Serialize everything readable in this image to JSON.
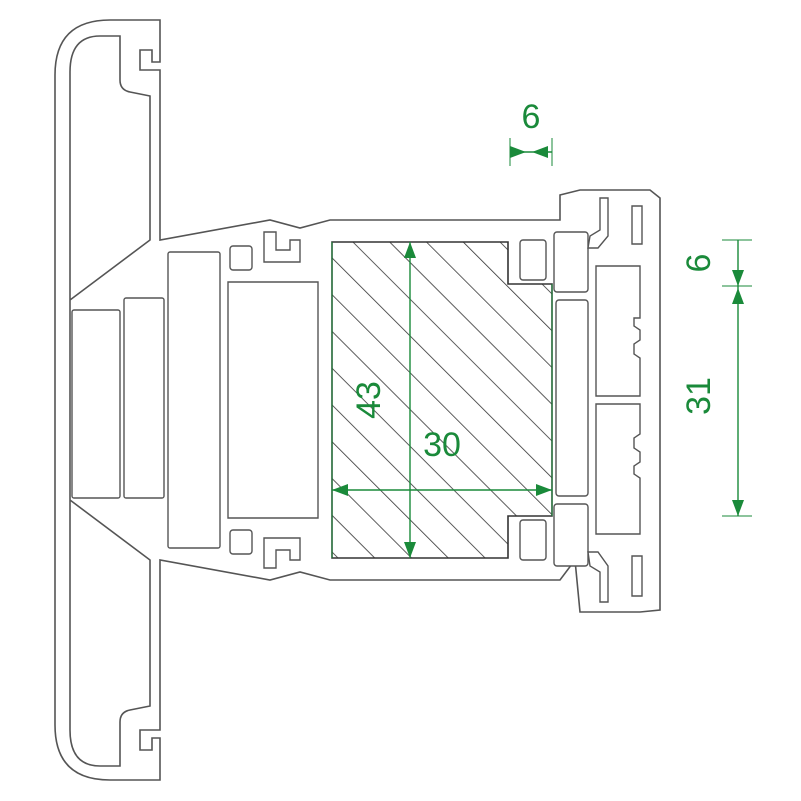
{
  "colors": {
    "outline": "#555555",
    "profile_fill": "#ffffff",
    "dimension": "#1a8a3a",
    "hatch": "#333333"
  },
  "dimensions": {
    "wall_thickness": "6",
    "rebate_depth": "6",
    "glazing_height": "31",
    "insert_height": "43",
    "insert_width": "30"
  }
}
